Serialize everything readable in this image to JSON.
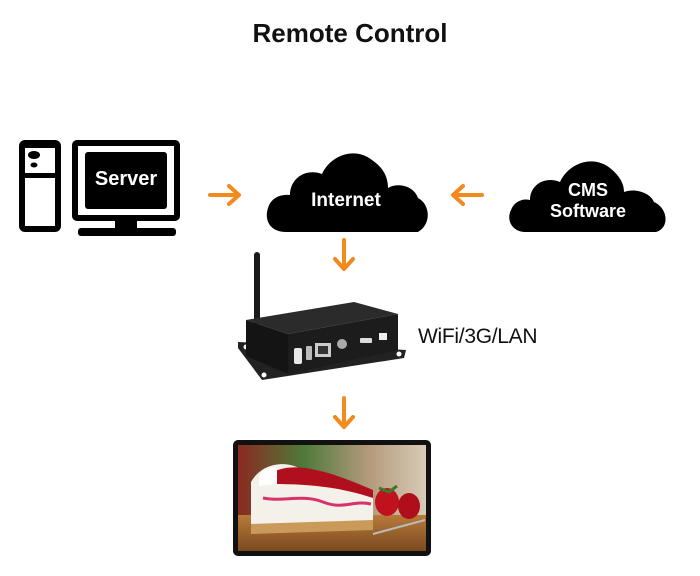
{
  "title": "Remote Control",
  "nodes": {
    "server": {
      "label": "Server",
      "icon": "desktop-computer-icon"
    },
    "internet": {
      "label": "Internet",
      "icon": "cloud-icon"
    },
    "cms": {
      "label_line1": "CMS",
      "label_line2": "Software",
      "icon": "cloud-icon"
    },
    "player": {
      "label": "WiFi/3G/LAN",
      "icon": "media-player-box-with-antenna"
    },
    "display": {
      "icon": "display-screen-showing-cheesecake"
    }
  },
  "connections": [
    {
      "from": "server",
      "to": "internet",
      "direction": "right"
    },
    {
      "from": "cms",
      "to": "internet",
      "direction": "left"
    },
    {
      "from": "internet",
      "to": "player",
      "direction": "down"
    },
    {
      "from": "player",
      "to": "display",
      "direction": "down"
    }
  ],
  "colors": {
    "arrow": "#f28a1e",
    "icon": "#000000",
    "text": "#111111"
  }
}
